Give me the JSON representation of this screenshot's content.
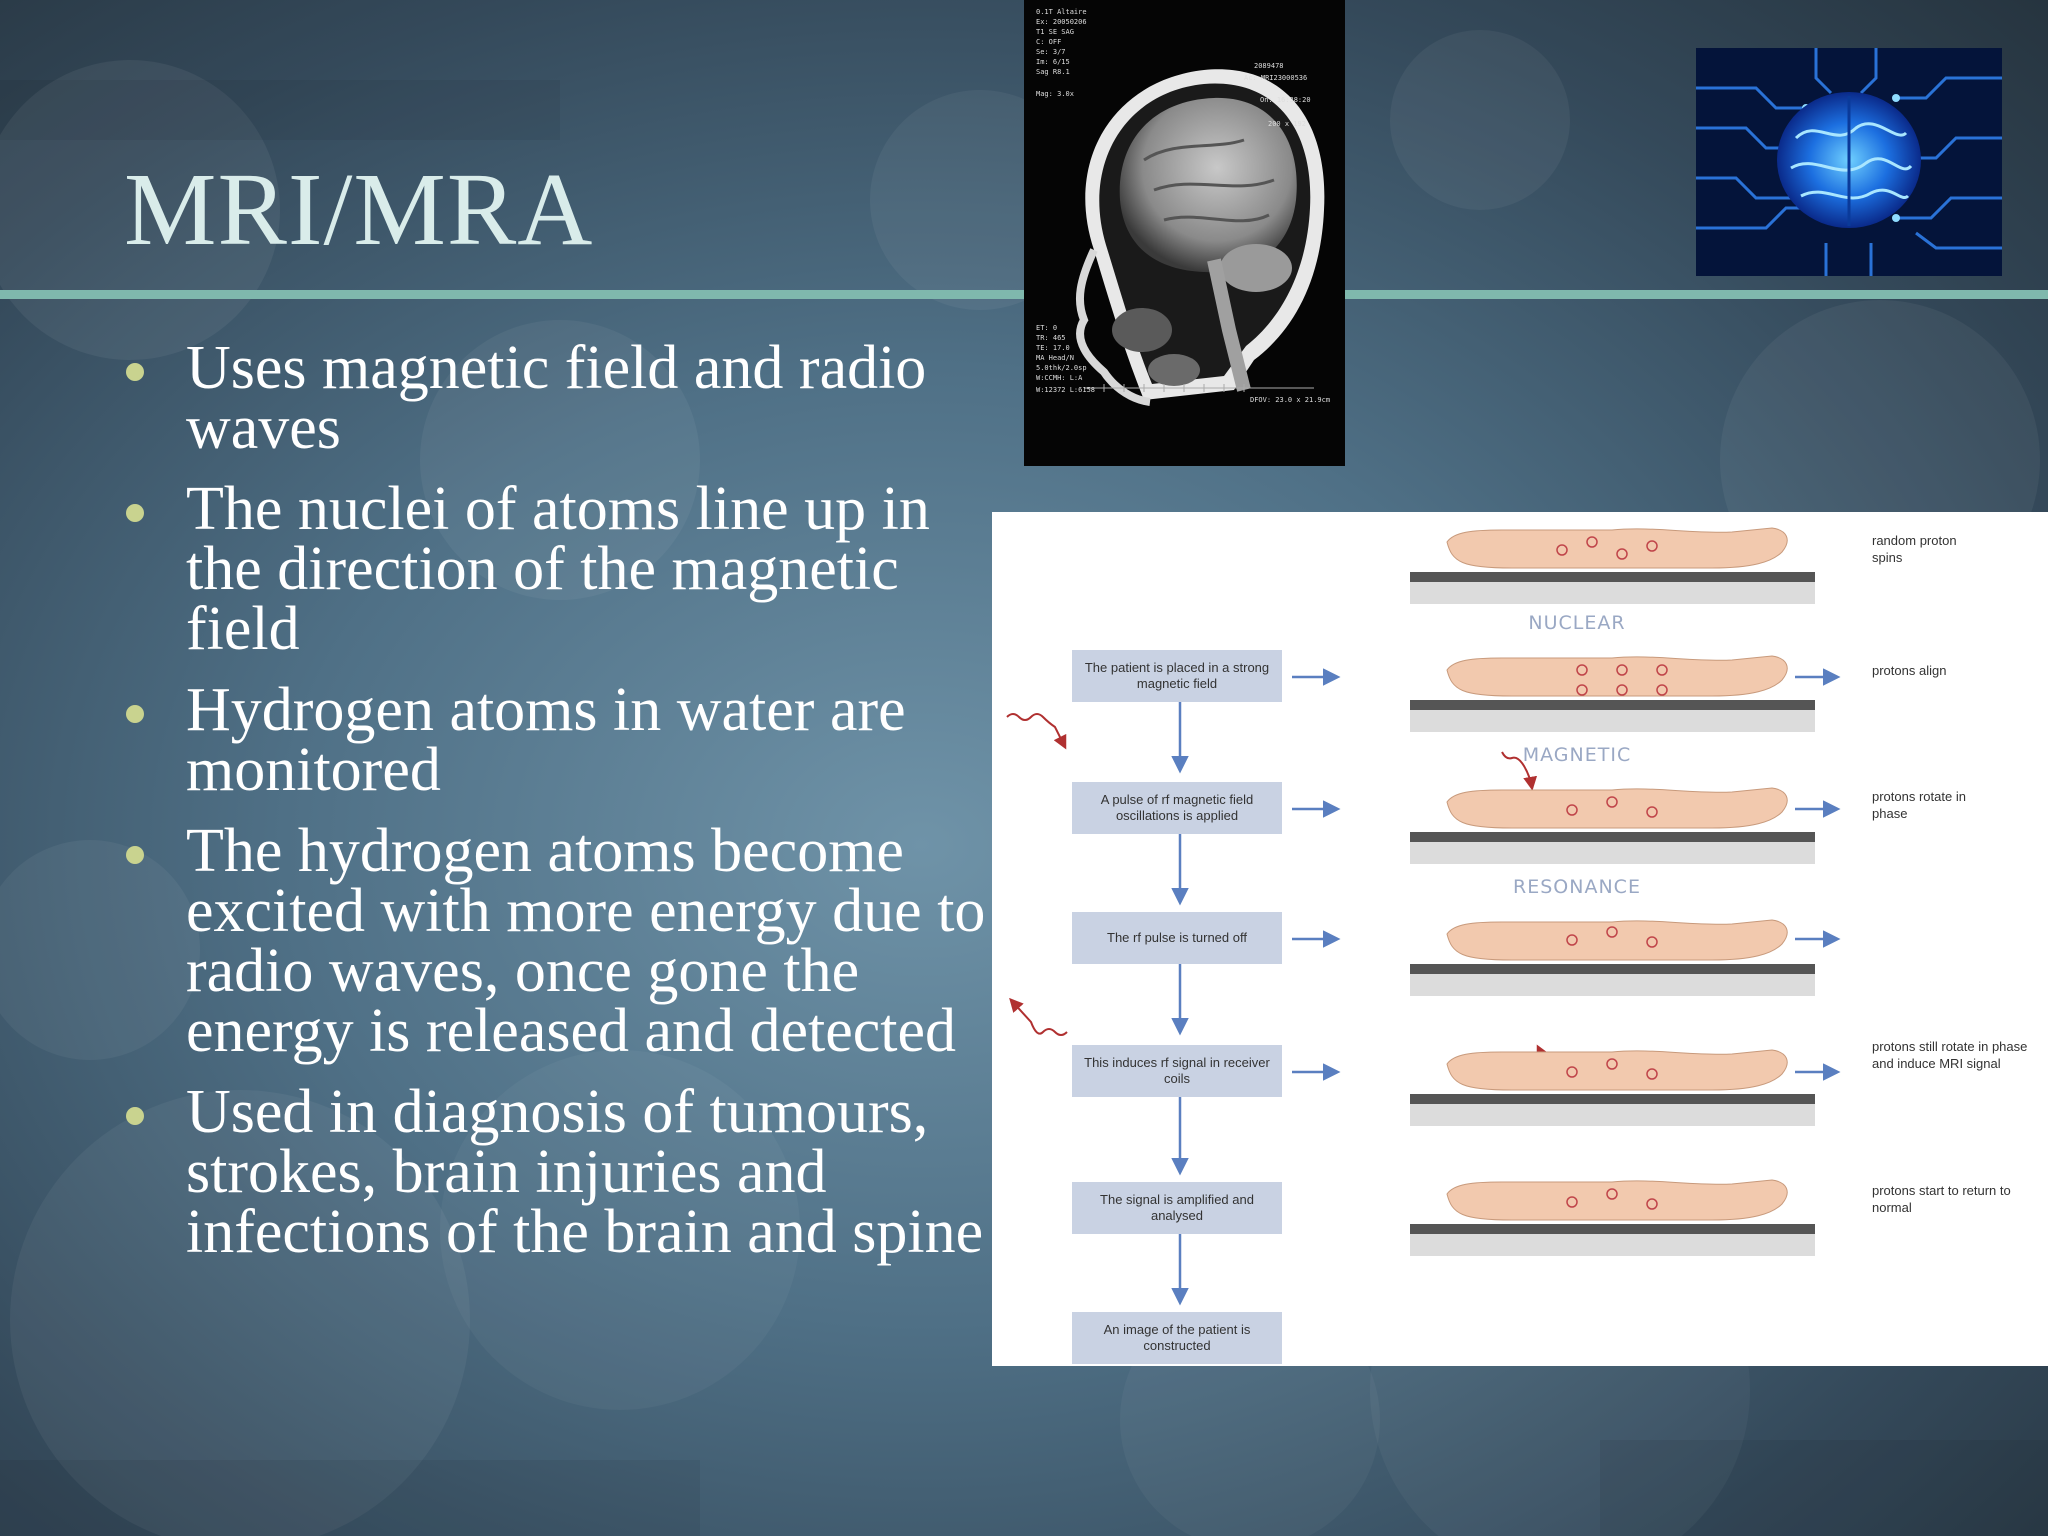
{
  "slide": {
    "title": "MRI/MRA",
    "bullets": [
      "Uses magnetic field and radio waves",
      "The nuclei of atoms line up in the direction of the magnetic field",
      "Hydrogen atoms in water are monitored",
      "The hydrogen atoms become excited with more energy due to radio waves, once gone the energy is released and detected",
      "Used in diagnosis of tumours, strokes, brain injuries and infections of the brain and spine"
    ]
  },
  "diagram": {
    "steps": [
      "The patient is placed in a strong magnetic field",
      "A pulse of rf magnetic field oscillations is applied",
      "The rf pulse is turned off",
      "This induces rf signal in receiver coils",
      "The signal is amplified and analysed",
      "An image of the patient is constructed"
    ],
    "phase_labels": [
      "NUCLEAR",
      "MAGNETIC",
      "RESONANCE"
    ],
    "notes": [
      "random proton spins",
      "protons align",
      "protons rotate in phase",
      "protons still rotate in phase and induce MRI signal",
      "protons start to return to normal"
    ]
  },
  "mri_scan": {
    "header_lines": [
      "0.1T Altaire",
      "Ex: 20050206",
      "T1 SE SAG",
      "C: OFF",
      "Se: 3/7",
      "Im: 6/15",
      "Sag R8.1",
      "Mag: 3.0x"
    ],
    "right_lines": [
      "2089478",
      "Ac: MRI23000536",
      "On: 16:38:20",
      "200 x 192"
    ],
    "footer_lines": [
      "ET: 0",
      "TR: 465",
      "TE: 17.0",
      "MA Head/N",
      "5.0thk/2.0sp",
      "W:CCMH: L:A",
      "W:12372 L:6158"
    ],
    "fov": "DFOV: 23.0 x 21.9cm"
  },
  "colors": {
    "accent_bar": "#7fb8ad",
    "title_text": "#d9ecea",
    "bullet_dot": "#c9d38f",
    "step_box": "#c9d2e3",
    "arrow": "#5a7fc0"
  }
}
